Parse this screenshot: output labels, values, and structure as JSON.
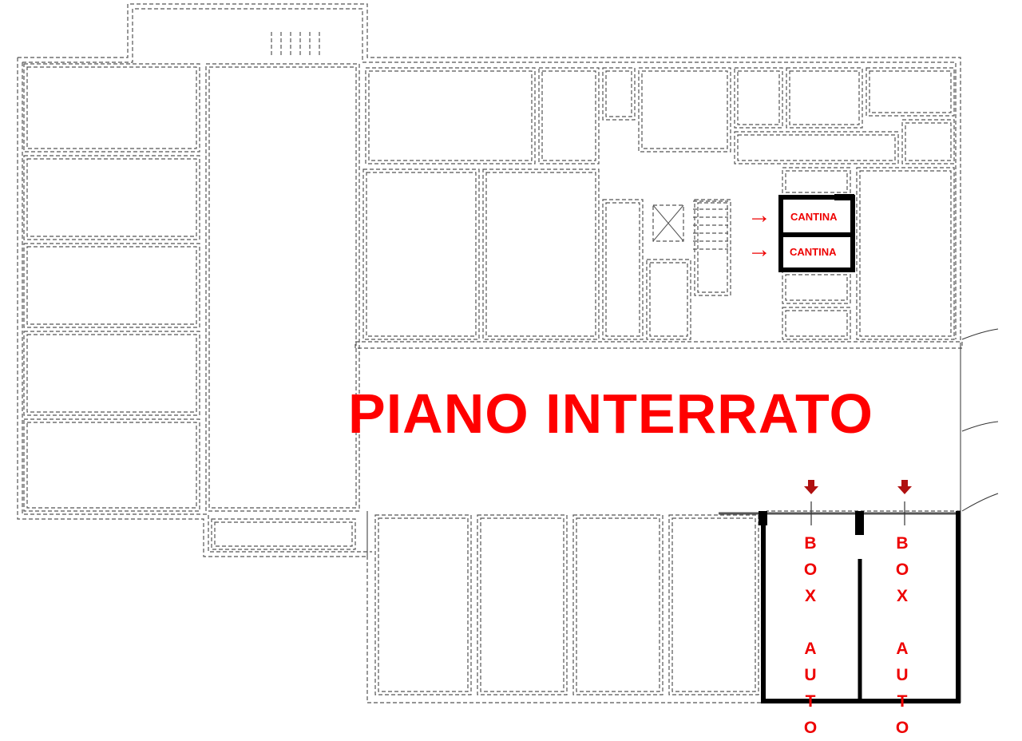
{
  "plan": {
    "title": "PIANO INTERRATO",
    "cantina_labels": [
      "CANTINA",
      "CANTINA"
    ],
    "box_labels": [
      {
        "letters": [
          "B",
          "O",
          "X",
          "",
          "A",
          "U",
          "T",
          "O"
        ]
      },
      {
        "letters": [
          "B",
          "O",
          "X",
          "",
          "A",
          "U",
          "T",
          "O"
        ]
      }
    ],
    "colors": {
      "label": "#ff0000",
      "wall": "#555555",
      "box_arrow": "#b01010"
    }
  }
}
